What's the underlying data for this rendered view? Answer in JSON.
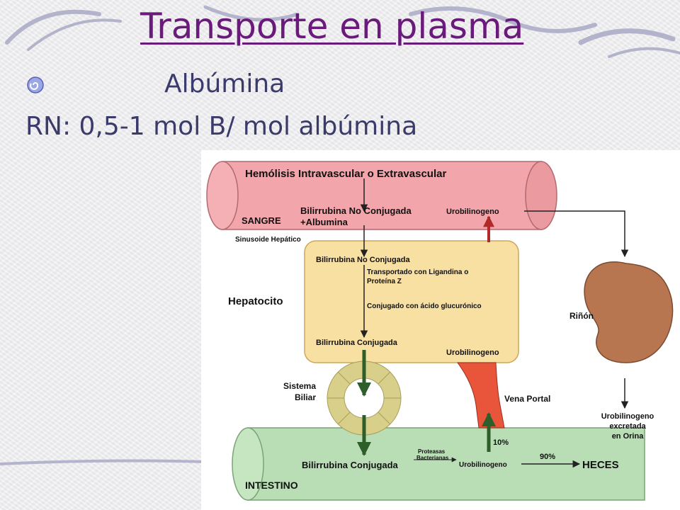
{
  "slide": {
    "title": "Transporte en plasma",
    "bullet_1": "Albúmina",
    "bullet_2": "RN: 0,5-1 mol B/ mol albúmina"
  },
  "diagram": {
    "blood_title": "Hemólisis Intravascular o Extravascular",
    "blood_label": "SANGRE",
    "blood_bilirubin_1": "Bilirrubina No Conjugada",
    "blood_bilirubin_2": "+Albumina",
    "blood_urobilinogen": "Urobilinogeno",
    "sinusoid": "Sinusoide Hepático",
    "hepatocyte": "Hepatocito",
    "hep_bilirubin_unconj": "Bilirrubina No Conjugada",
    "transport_1": "Transportado con Ligandina o",
    "transport_2": "Proteína Z",
    "conjugation": "Conjugado con ácido glucurónico",
    "hep_bilirubin_conj": "Bilirrubina Conjugada",
    "hep_urobilinogen": "Urobilinogeno",
    "biliary_1": "Sistema",
    "biliary_2": "Biliar",
    "portal_vein": "Vena Portal",
    "kidney": "Riñón",
    "urine_1": "Urobilinogeno",
    "urine_2": "excretada",
    "urine_3": "en Orina",
    "pct_10": "10%",
    "pct_90": "90%",
    "proteases_1": "Proteasas",
    "proteases_2": "Bacterianas",
    "int_bilirubin": "Bilirrubina Conjugada",
    "int_urobilinogen": "Urobilinogeno",
    "feces": "HECES",
    "intestine": "INTESTINO"
  },
  "colors": {
    "title": "#6a1a7a",
    "blood": "#f2a6ab",
    "hepatocyte": "#f8e0a2",
    "intestine": "#b9deb6",
    "kidney": "#b87650",
    "portal": "#e8553a",
    "arrow_green": "#2e5e2a",
    "arrow_red": "#b02a2a",
    "feces": "#c0392b"
  },
  "icons": [
    "spiral-bullet-icon"
  ]
}
